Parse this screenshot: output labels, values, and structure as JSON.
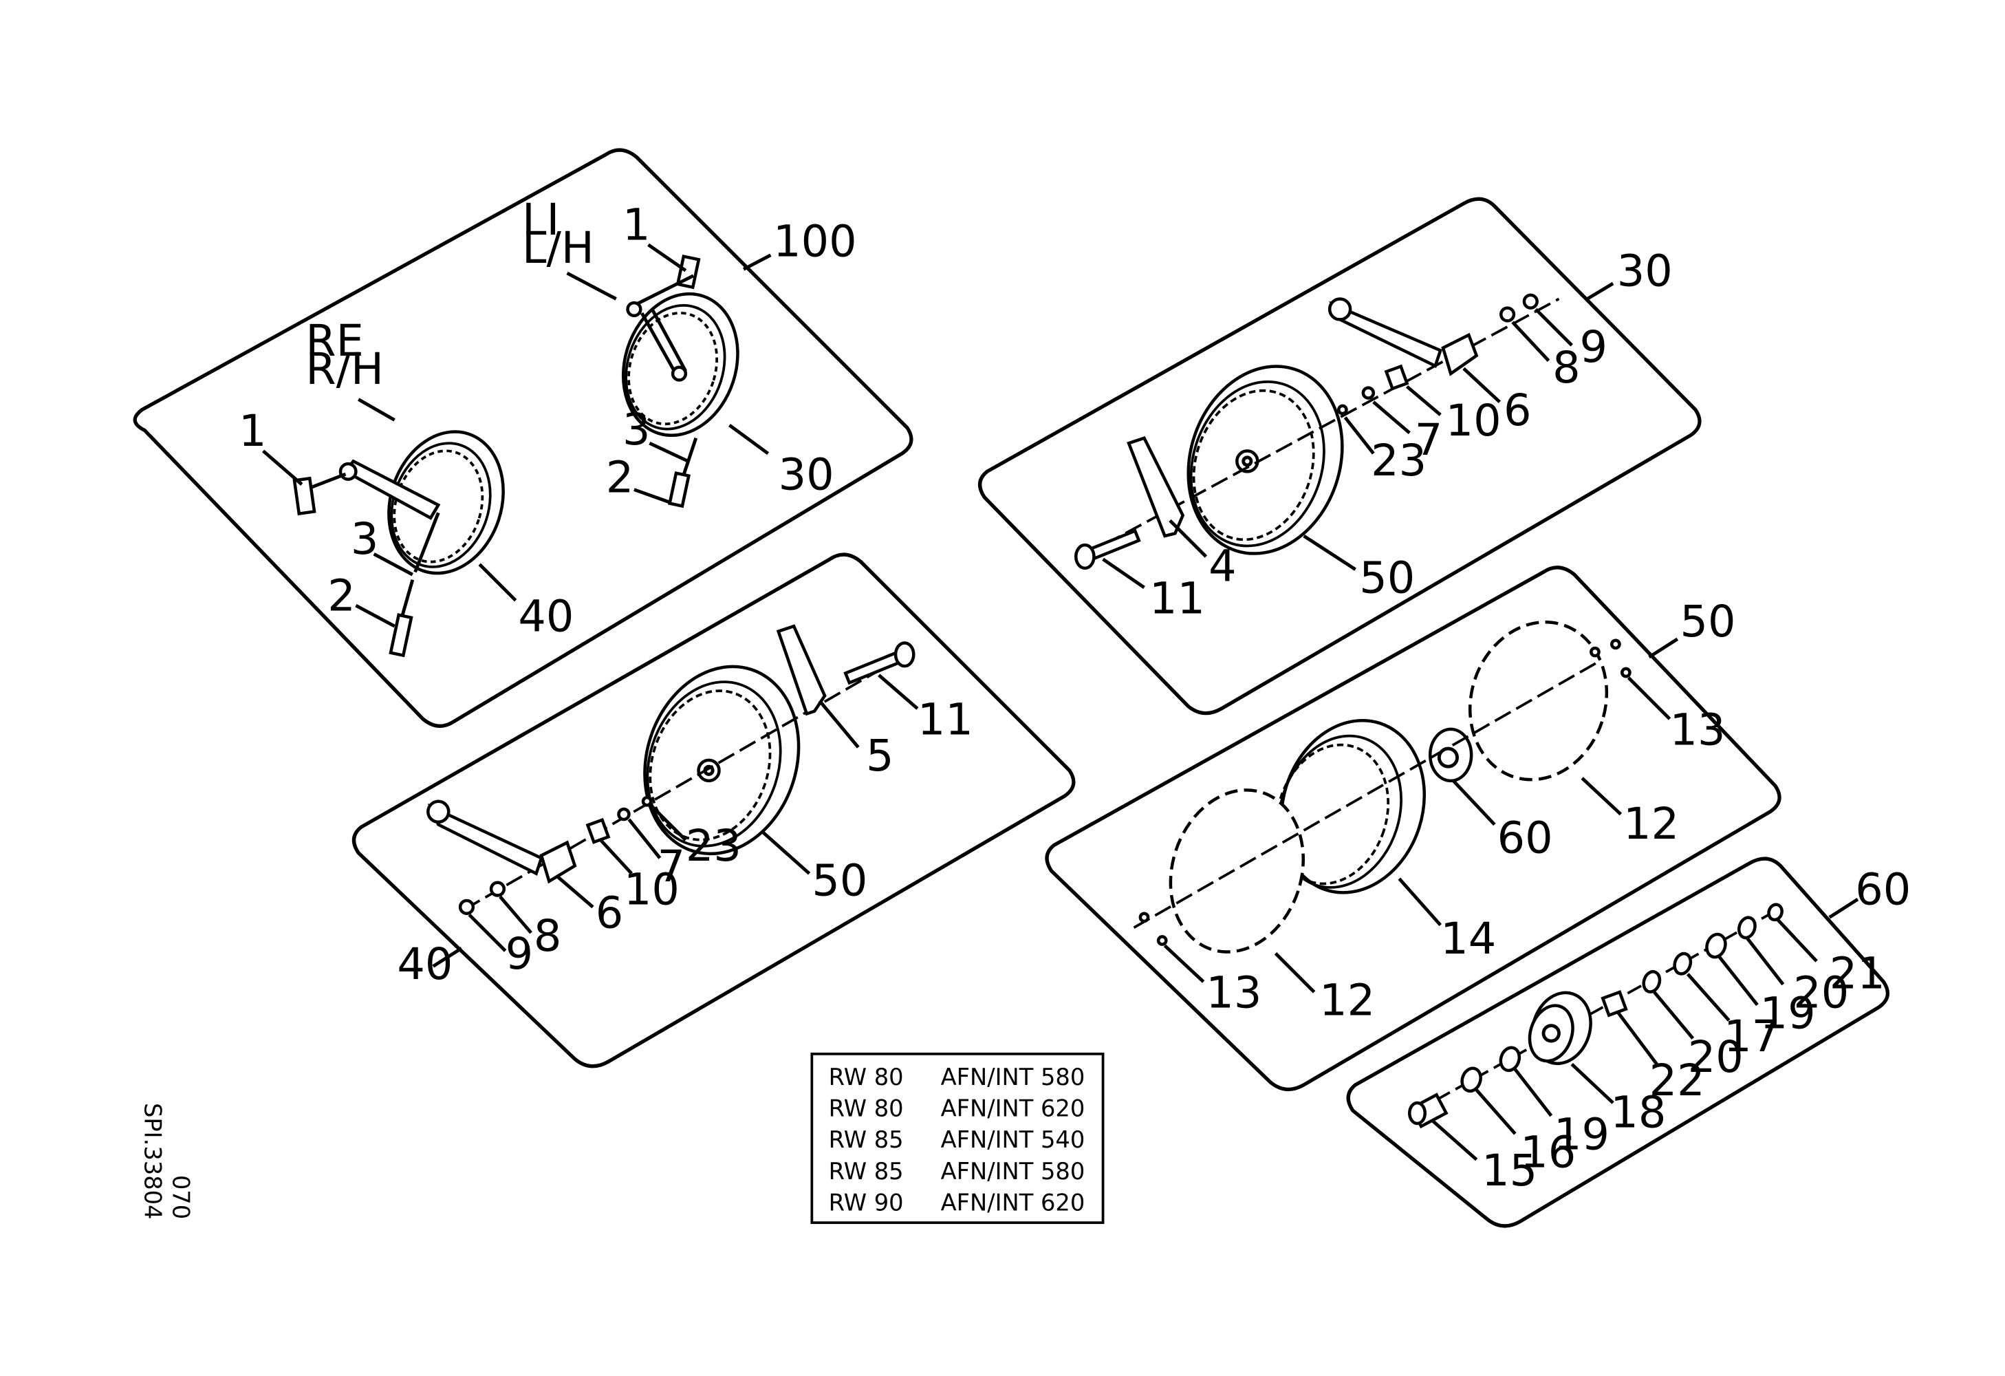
{
  "drawing_number": "SPI.33804",
  "sheet": "070",
  "callouts": {
    "g100": {
      "assembly": "100",
      "li": "LI",
      "lh": "L/H",
      "re": "RE",
      "rh": "R/H",
      "p1a": "1",
      "p30": "30",
      "p3a": "3",
      "p2a": "2",
      "p1b": "1",
      "p3b": "3",
      "p2b": "2",
      "p40": "40"
    },
    "g30": {
      "assembly": "30",
      "p9": "9",
      "p8": "8",
      "p6": "6",
      "p10": "10",
      "p7": "7",
      "p23": "23",
      "p4": "4",
      "p11": "11",
      "p50": "50"
    },
    "g40": {
      "assembly": "40",
      "p11": "11",
      "p5": "5",
      "p50": "50",
      "p23": "23",
      "p7": "7",
      "p10": "10",
      "p6": "6",
      "p8": "8",
      "p9": "9"
    },
    "g50": {
      "assembly": "50",
      "p13a": "13",
      "p12a": "12",
      "p60": "60",
      "p14": "14",
      "p12b": "12",
      "p13b": "13"
    },
    "g60": {
      "assembly": "60",
      "p21": "21",
      "p20a": "20",
      "p19a": "19",
      "p17": "17",
      "p20b": "20",
      "p22": "22",
      "p18": "18",
      "p19b": "19",
      "p16": "16",
      "p15": "15"
    }
  },
  "applicability_table": [
    {
      "model": "RW 80",
      "code": "AFN/INT 580"
    },
    {
      "model": "RW 80",
      "code": "AFN/INT 620"
    },
    {
      "model": "RW 85",
      "code": "AFN/INT 540"
    },
    {
      "model": "RW 85",
      "code": "AFN/INT 580"
    },
    {
      "model": "RW 90",
      "code": "AFN/INT 620"
    }
  ]
}
